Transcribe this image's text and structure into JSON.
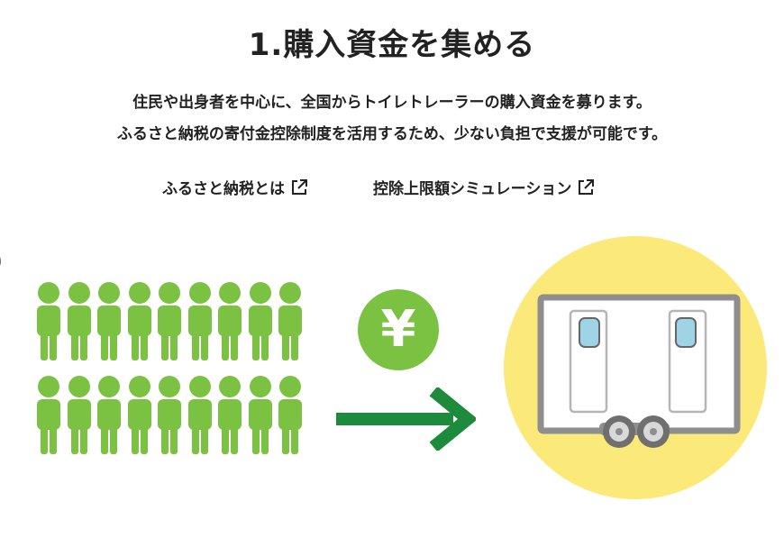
{
  "header": {
    "title": "1.購入資金を集める"
  },
  "description": {
    "line1": "住民や出身者を中心に、全国からトイレトレーラーの購入資金を募ります。",
    "line2": "ふるさと納税の寄付金控除制度を活用するため、少ない負担で支援が可能です。"
  },
  "links": {
    "furusato_label": "ふるさと納税とは",
    "simulation_label": "控除上限額シミュレーション",
    "icon": "external-link-icon"
  },
  "illustration": {
    "people_icon": "person-icon",
    "people_count": 18,
    "yen_symbol": "¥",
    "arrow_icon": "arrow-right-icon",
    "trailer_icon": "toilet-trailer-icon"
  },
  "colors": {
    "green": "#7bc142",
    "dark_green": "#1e8a3c",
    "yellow": "#fbe97a",
    "trailer_gray": "#8e8e8e",
    "window_blue": "#9fd3e6"
  }
}
